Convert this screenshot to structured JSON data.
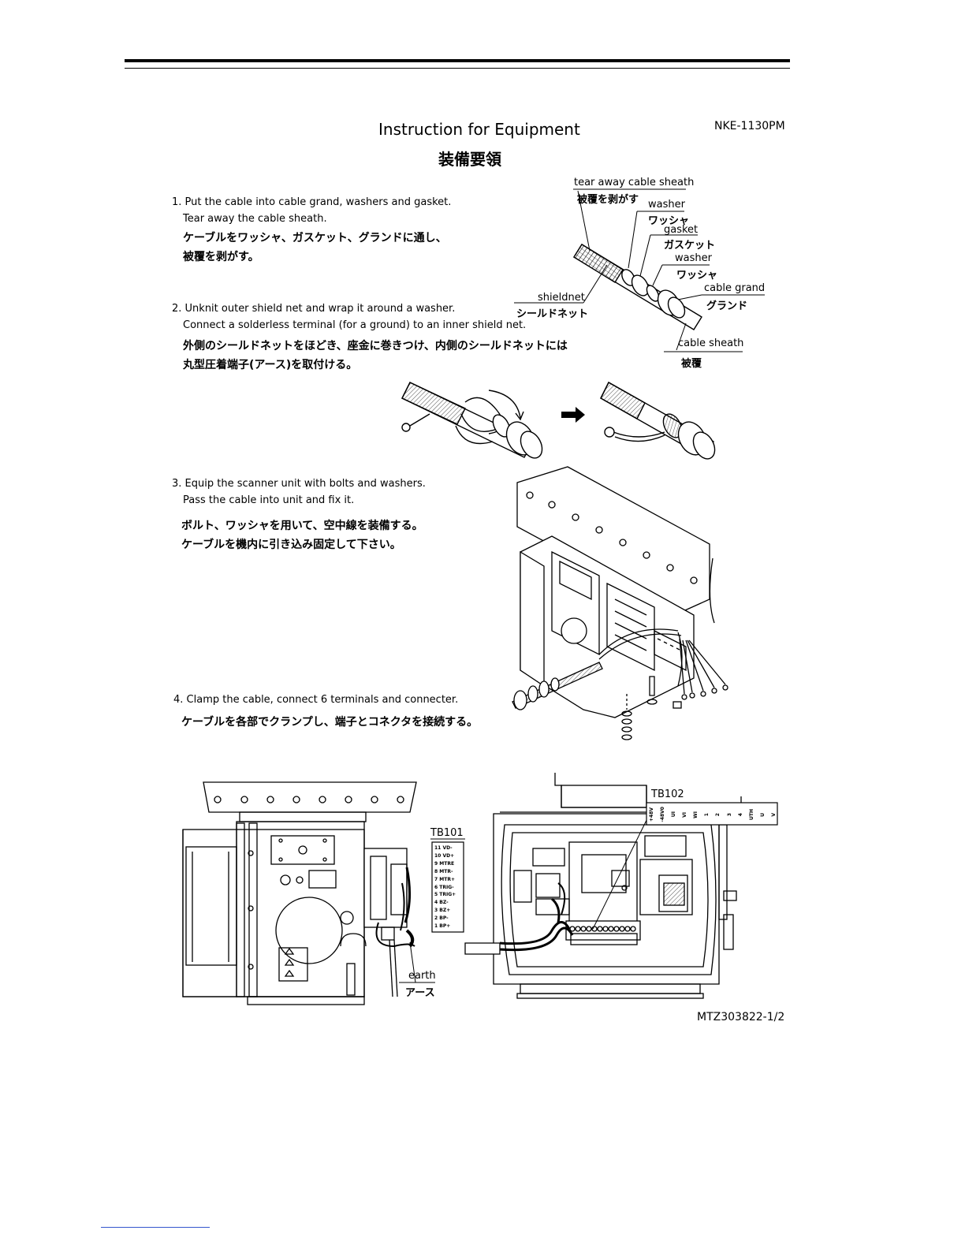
{
  "header": {
    "title_en": "Instruction for Equipment",
    "title_jp": "装備要領",
    "doc_code": "NKE-1130PM"
  },
  "steps": [
    {
      "en1": "1. Put the cable into cable grand, washers and gasket.",
      "en2": "Tear away the cable sheath.",
      "jp1": "ケーブルをワッシャ、ガスケット、グランドに通し、",
      "jp2": "被覆を剥がす。"
    },
    {
      "en1": "2. Unknit outer shield net and wrap it around a washer.",
      "en2": "Connect a solderless terminal (for a ground) to an inner shield net.",
      "jp1": "外側のシールドネットをほどき、座金に巻きつけ、内側のシールドネットには",
      "jp2": "丸型圧着端子(アース)を取付ける。"
    },
    {
      "en1": "3. Equip the scanner unit with bolts and washers.",
      "en2": "Pass the cable into unit and fix it.",
      "jp1": "ボルト、ワッシャを用いて、空中線を装備する。",
      "jp2": "ケーブルを機内に引き込み固定して下さい。"
    },
    {
      "en1": "4. Clamp the cable, connect 6 terminals and connecter.",
      "jp1": "ケーブルを各部でクランプし、端子とコネクタを接続する。"
    }
  ],
  "cable_labels": {
    "tear_en": "tear away cable sheath",
    "tear_jp": "被覆を剥がす",
    "washer1_en": "washer",
    "washer1_jp": "ワッシャ",
    "gasket_en": "gasket",
    "gasket_jp": "ガスケット",
    "washer2_en": "washer",
    "washer2_jp": "ワッシャ",
    "grand_en": "cable grand",
    "grand_jp": "グランド",
    "shield_en": "shieldnet",
    "shield_jp": "シールドネット",
    "sheath_en": "cable sheath",
    "sheath_jp": "被覆"
  },
  "tb101": {
    "label": "TB101",
    "terminals": [
      "11 VD-",
      "10 VD+",
      "9 MTRE",
      "8 MTR-",
      "7 MTR+",
      "6 TRIG-",
      "5 TRIG+",
      "4 BZ-",
      "3 BZ+",
      "2 BP-",
      "1 BP+"
    ]
  },
  "tb102": {
    "label": "TB102",
    "terminals": [
      "+48V",
      "-48V0",
      "UI",
      "VI",
      "WI",
      "1",
      "2",
      "3",
      "4",
      "UTH",
      "U",
      "V"
    ]
  },
  "earth": {
    "en": "earth",
    "jp": "アース"
  },
  "footer_code": "MTZ303822-1/2"
}
